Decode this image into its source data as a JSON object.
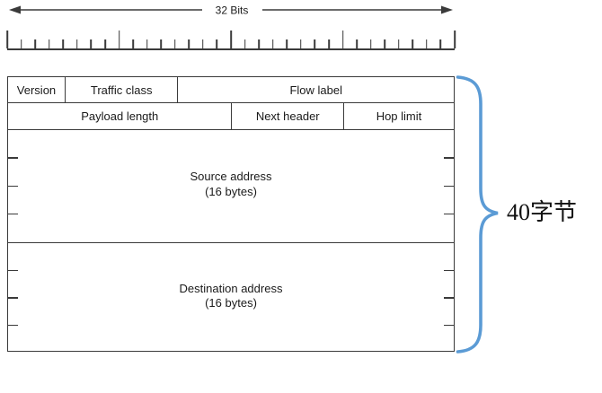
{
  "diagram": {
    "title_label": "32 Bits",
    "colors": {
      "line": "#3a3a3a",
      "text": "#1a1a1a",
      "brace": "#5b9bd5"
    },
    "ruler": {
      "total_ticks": 32,
      "major_every": 8
    },
    "header_table": {
      "row1": {
        "version": "Version",
        "traffic_class": "Traffic class",
        "flow_label": "Flow label"
      },
      "row2": {
        "payload_length": "Payload length",
        "next_header": "Next header",
        "hop_limit": "Hop limit"
      },
      "source_block": {
        "title": "Source address",
        "subtitle": "(16 bytes)"
      },
      "destination_block": {
        "title": "Destination address",
        "subtitle": "(16 bytes)"
      }
    },
    "annotation": {
      "label": "40字节"
    }
  }
}
